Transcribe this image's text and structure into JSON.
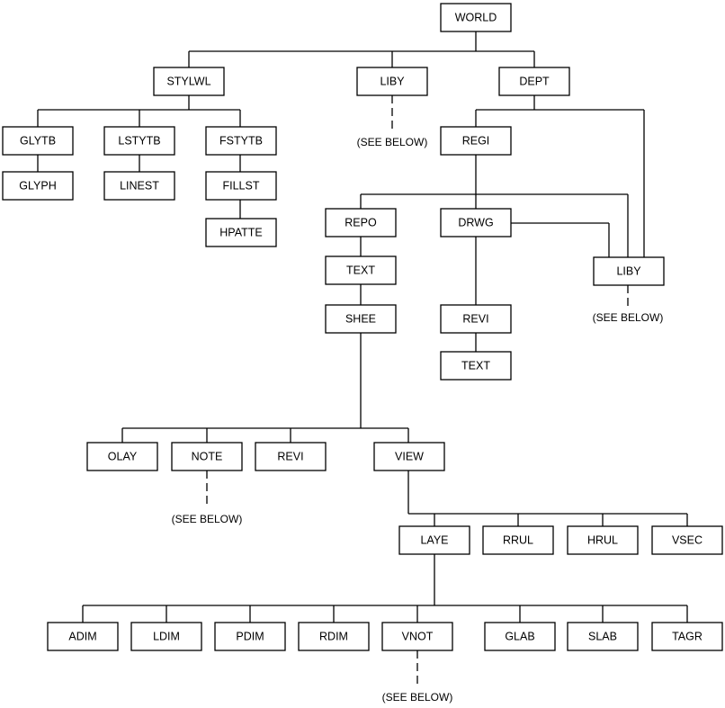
{
  "nodes": {
    "world": "WORLD",
    "stylwl": "STYLWL",
    "liby_top": "LIBY",
    "dept": "DEPT",
    "glytb": "GLYTB",
    "lstytb": "LSTYTB",
    "fstytb": "FSTYTB",
    "glyph": "GLYPH",
    "linest": "LINEST",
    "fillst": "FILLST",
    "hpatte": "HPATTE",
    "regi": "REGI",
    "repo": "REPO",
    "drwg": "DRWG",
    "liby_mid": "LIBY",
    "text_repo": "TEXT",
    "shee": "SHEE",
    "revi_drwg": "REVI",
    "text_revi": "TEXT",
    "olay": "OLAY",
    "note": "NOTE",
    "revi_shee": "REVI",
    "view": "VIEW",
    "laye": "LAYE",
    "rrul": "RRUL",
    "hrul": "HRUL",
    "vsec": "VSEC",
    "adim": "ADIM",
    "ldim": "LDIM",
    "pdim": "PDIM",
    "rdim": "RDIM",
    "vnot": "VNOT",
    "glab": "GLAB",
    "slab": "SLAB",
    "tagr": "TAGR"
  },
  "notes": {
    "see_below_liby_top": "(SEE BELOW)",
    "see_below_liby_mid": "(SEE BELOW)",
    "see_below_note": "(SEE BELOW)",
    "see_below_vnot": "(SEE BELOW)"
  }
}
